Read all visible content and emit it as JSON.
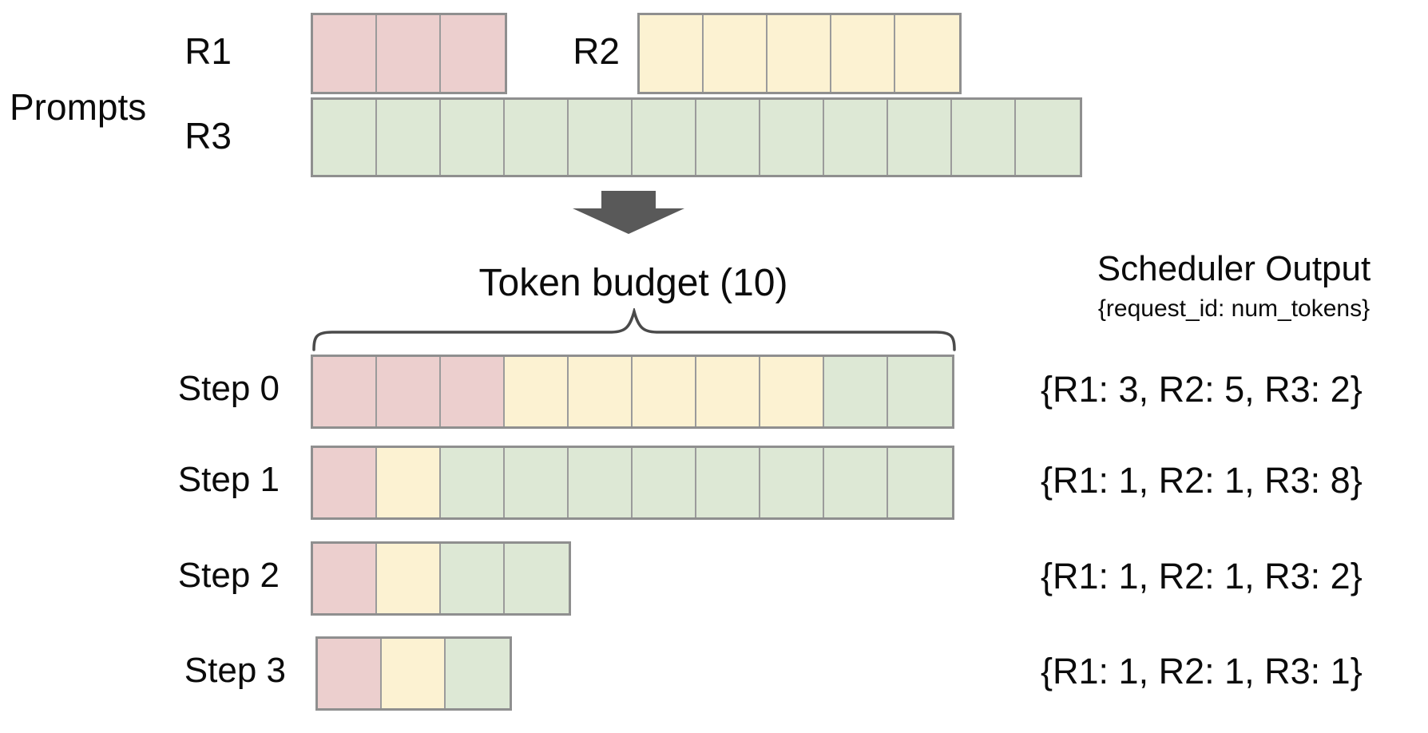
{
  "colors": {
    "r1_fill": "#eccfce",
    "r2_fill": "#fcf2d2",
    "r3_fill": "#dde8d5",
    "cell_border": "#9b9b9b",
    "row_border": "#8f8f8f",
    "arrow_fill": "#595959",
    "brace_stroke": "#4a4a4a",
    "text": "#0b0b0b"
  },
  "prompts": {
    "section_label": "Prompts",
    "requests": [
      {
        "id": "R1",
        "label": "R1",
        "num_tokens": 3,
        "color_key": "r1_fill"
      },
      {
        "id": "R2",
        "label": "R2",
        "num_tokens": 5,
        "color_key": "r2_fill"
      },
      {
        "id": "R3",
        "label": "R3",
        "num_tokens": 12,
        "color_key": "r3_fill"
      }
    ]
  },
  "token_budget": {
    "label": "Token budget (10)",
    "value": 10
  },
  "scheduler_output": {
    "title": "Scheduler Output",
    "subtitle": "{request_id: num_tokens}"
  },
  "steps": [
    {
      "label": "Step 0",
      "allocation": {
        "R1": 3,
        "R2": 5,
        "R3": 2
      },
      "output_text": "{R1: 3, R2: 5, R3: 2}"
    },
    {
      "label": "Step 1",
      "allocation": {
        "R1": 1,
        "R2": 1,
        "R3": 8
      },
      "output_text": "{R1: 1, R2: 1, R3: 8}"
    },
    {
      "label": "Step 2",
      "allocation": {
        "R1": 1,
        "R2": 1,
        "R3": 2
      },
      "output_text": "{R1: 1, R2: 1, R3: 2}"
    },
    {
      "label": "Step 3",
      "allocation": {
        "R1": 1,
        "R2": 1,
        "R3": 1
      },
      "output_text": "{R1: 1, R2: 1, R3: 1}"
    }
  ]
}
